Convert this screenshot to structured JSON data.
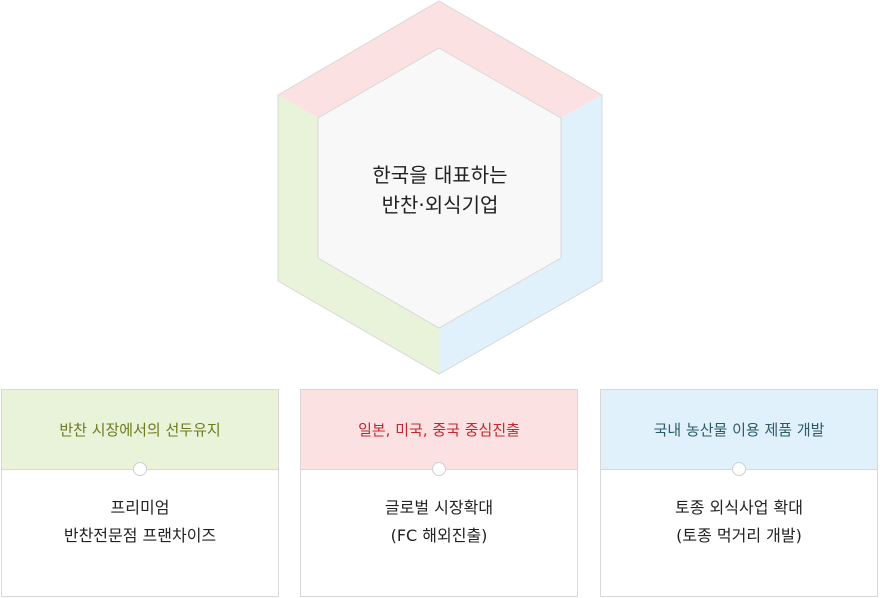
{
  "center": {
    "line1": "한국을 대표하는",
    "line2": "반찬·외식기업"
  },
  "cards": [
    {
      "title": "반찬 시장에서의 선두유지",
      "line1": "프리미엄",
      "line2": "반찬전문점 프랜차이즈"
    },
    {
      "title": "일본, 미국, 중국 중심진출",
      "line1": "글로벌 시장확대",
      "line2": "(FC 해외진출)"
    },
    {
      "title": "국내 농산물 이용 제품 개발",
      "line1": "토종 외식사업 확대",
      "line2": "(토종 먹거리 개발)"
    }
  ],
  "colors": {
    "pink_band": "#fce1e2",
    "green_band": "#e8f3da",
    "blue_band": "#e1f1fb",
    "hex_inner": "#f8f8f8",
    "border": "#d8d8d8"
  }
}
